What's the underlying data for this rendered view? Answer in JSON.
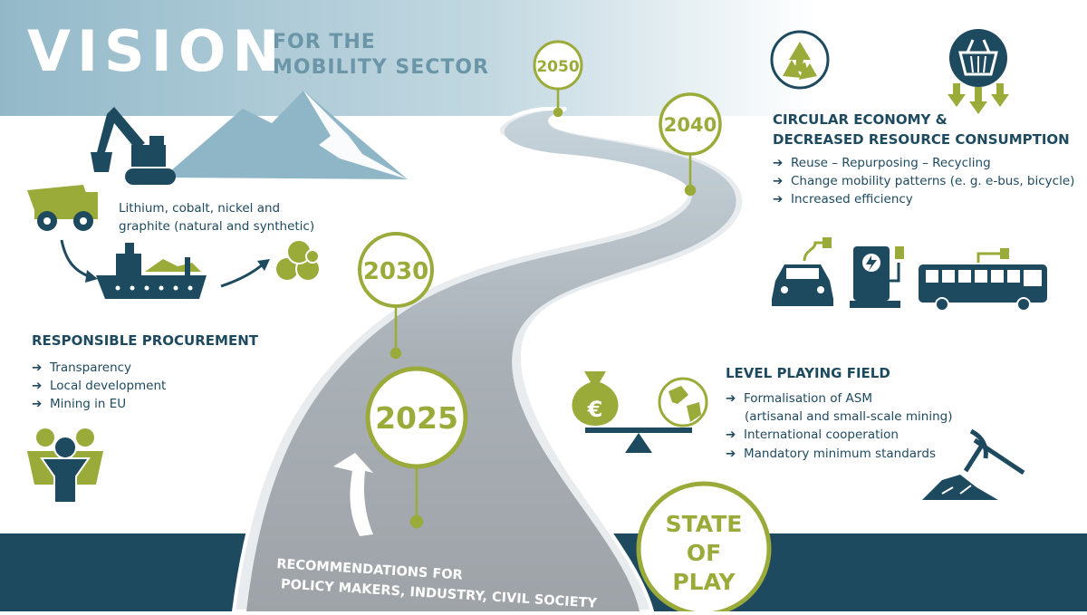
{
  "header": {
    "title": "VISION",
    "subtitle_line1": "FOR THE",
    "subtitle_line2": "MOBILITY SECTOR"
  },
  "milestones": [
    {
      "label": "2050"
    },
    {
      "label": "2040"
    },
    {
      "label": "2030"
    },
    {
      "label": "2025"
    }
  ],
  "state_of_play": {
    "line1": "STATE",
    "line2": "OF",
    "line3": "PLAY"
  },
  "raw_materials": {
    "line1": "Lithium, cobalt, nickel and",
    "line2": "graphite (natural and synthetic)"
  },
  "responsible_procurement": {
    "title": "RESPONSIBLE PROCUREMENT",
    "items": [
      "Transparency",
      "Local development",
      "Mining in EU"
    ]
  },
  "circular_economy": {
    "title_line1": "CIRCULAR ECONOMY &",
    "title_line2": "DECREASED RESOURCE CONSUMPTION",
    "items": [
      "Reuse – Repurposing – Recycling",
      "Change mobility patterns (e. g. e-bus, bicycle)",
      "Increased efficiency"
    ]
  },
  "level_playing_field": {
    "title": "LEVEL PLAYING FIELD",
    "item1_line1": "Formalisation of ASM",
    "item1_line2": "(artisanal and small-scale mining)",
    "item2": "International cooperation",
    "item3": "Mandatory minimum standards"
  },
  "recommendations": {
    "line1": "RECOMMENDATIONS FOR",
    "line2": "POLICY MAKERS, INDUSTRY, CIVIL SOCIETY"
  },
  "icons": {
    "euro_symbol": "€",
    "arrow": "➔"
  },
  "colors": {
    "navy": "#1e4a5f",
    "green": "#9bab3a",
    "light_blue": "#8fb6c6",
    "road_gray": "#a9aeb3"
  }
}
